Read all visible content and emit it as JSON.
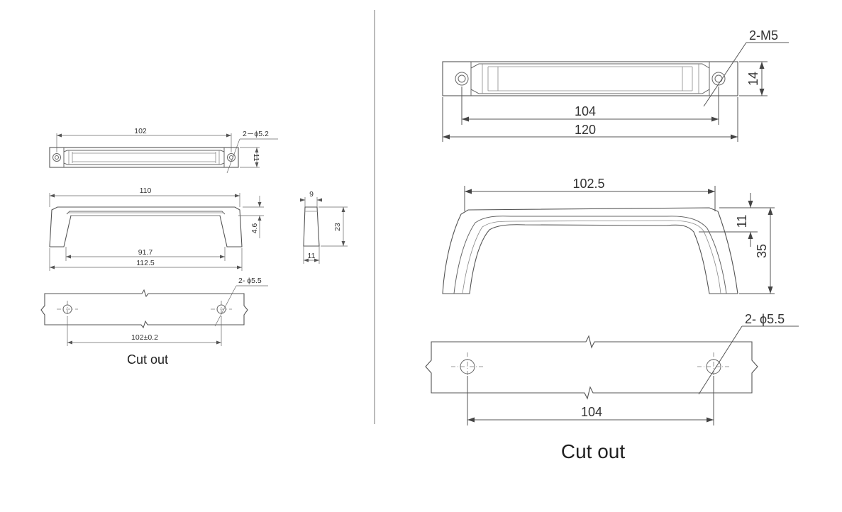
{
  "left": {
    "top_view": {
      "overall": "102",
      "holes": "2－ϕ5.2",
      "height": "11"
    },
    "front_view": {
      "overall": "110",
      "inner": "91.7",
      "outer": "112.5",
      "height": "4.6"
    },
    "side_view": {
      "width_top": "9",
      "width_bottom": "11",
      "height": "23"
    },
    "cutout": {
      "holes": "2- ϕ5.5",
      "spacing": "102±0.2",
      "caption": "Cut out"
    }
  },
  "right": {
    "top_view": {
      "holes": "2-M5",
      "spacing": "104",
      "overall": "120",
      "height": "14"
    },
    "front_view": {
      "span": "102.5",
      "thickness": "11",
      "height": "35"
    },
    "cutout": {
      "holes": "2- ϕ5.5",
      "spacing": "104",
      "caption": "Cut out"
    }
  },
  "colors": {
    "line": "#555555",
    "text": "#333333",
    "background": "#ffffff"
  }
}
